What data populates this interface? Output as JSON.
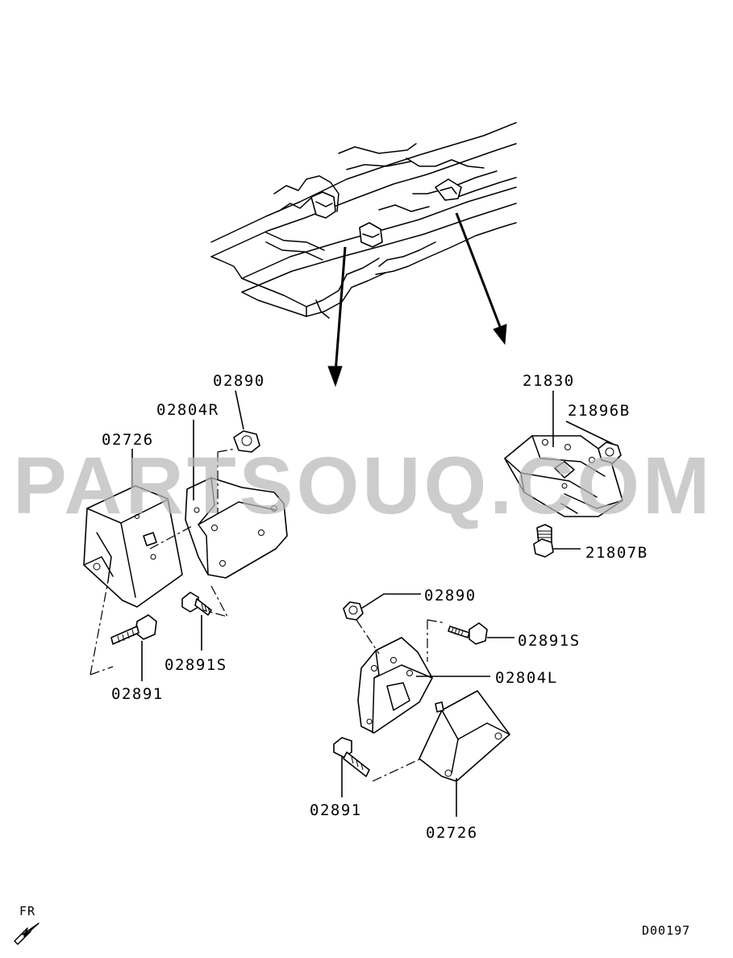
{
  "labels": {
    "l02890_top": "02890",
    "l02804R": "02804R",
    "l02726_left": "02726",
    "l02891S_left": "02891S",
    "l02891_left": "02891",
    "l21830": "21830",
    "l21896B": "21896B",
    "l21807B": "21807B",
    "l02890_right": "02890",
    "l02891S_right": "02891S",
    "l02804L": "02804L",
    "l02891_bottom": "02891",
    "l02726_bottom": "02726"
  },
  "direction_label": "FR",
  "diagram_code": "D00197",
  "watermark": "PARTSOUQ.COM"
}
